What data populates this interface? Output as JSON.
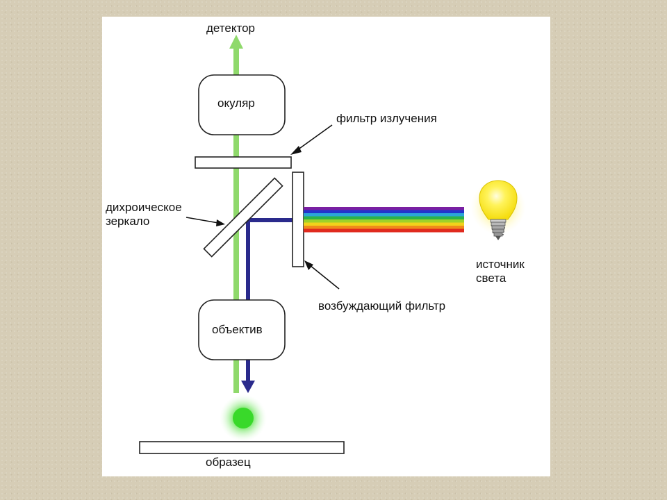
{
  "labels": {
    "detector": "детектор",
    "eyepiece": "окуляр",
    "emission_filter": "фильтр излучения",
    "dichroic_mirror_line1": "дихроическое",
    "dichroic_mirror_line2": "зеркало",
    "excitation_filter": "возбуждающий фильтр",
    "objective": "объектив",
    "light_source_line1": "источник",
    "light_source_line2": "света",
    "specimen": "образец"
  },
  "colors": {
    "emission_light": "#8fd96b",
    "excitation_light": "#2a2a8c",
    "specimen_glow": "#3ddc2e",
    "bulb": "#fff23a",
    "spectrum": [
      "#7a1fa2",
      "#2233cc",
      "#2aa5d8",
      "#2bb14a",
      "#9ed12a",
      "#f2d21b",
      "#f08a1b",
      "#e02a1e"
    ]
  }
}
